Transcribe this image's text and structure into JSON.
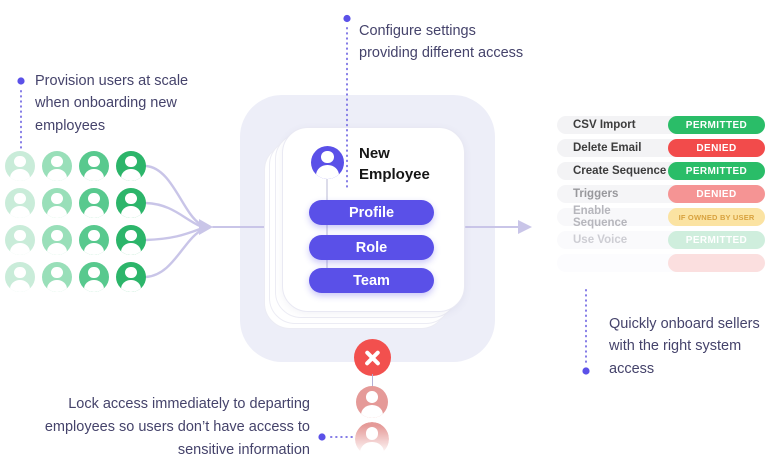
{
  "colors": {
    "accent_purple": "#5a50e8",
    "dot_purple": "#5b51e8",
    "annotation_text": "#45436b",
    "green_strong": "#2abd68",
    "red_strong": "#f24b4b",
    "amber_bg": "#fbe3a2",
    "amber_text": "#d8a23f",
    "lavender_bg": "#edeef8",
    "arrow": "#c9c5e8",
    "salmon": "#e59a98",
    "red_x": "#f2504e"
  },
  "annotations": {
    "top": {
      "text": "Configure settings\nproviding different access"
    },
    "left": {
      "text": "Provision users at scale\nwhen onboarding new\nemployees"
    },
    "right": {
      "text": "Quickly onboard sellers\nwith the right system\naccess"
    },
    "bottom": {
      "text": "Lock access immediately to departing\nemployees so users don’t have access to\nsensitive information"
    }
  },
  "card": {
    "title": "New\nEmployee",
    "buttons": [
      "Profile",
      "Role",
      "Team"
    ]
  },
  "permissions": {
    "rows": [
      {
        "label": "CSV Import",
        "status": "PERMITTED",
        "type": "permitted"
      },
      {
        "label": "Delete Email",
        "status": "DENIED",
        "type": "denied"
      },
      {
        "label": "Create Sequence",
        "status": "PERMITTED",
        "type": "permitted"
      },
      {
        "label": "Triggers",
        "status": "DENIED",
        "type": "denied-muted"
      },
      {
        "label": "Enable Sequence",
        "status": "IF OWNED BY USER",
        "type": "conditional"
      },
      {
        "label": "Use Voice",
        "status": "PERMITTED",
        "type": "permitted-pale"
      },
      {
        "label": "",
        "status": "",
        "type": "ghost"
      }
    ]
  },
  "avatars": {
    "grid_rows": 4,
    "grid_cols": 4,
    "column_colors": [
      "#c9ecd9",
      "#99dfb9",
      "#58c98e",
      "#2cb56a"
    ]
  }
}
